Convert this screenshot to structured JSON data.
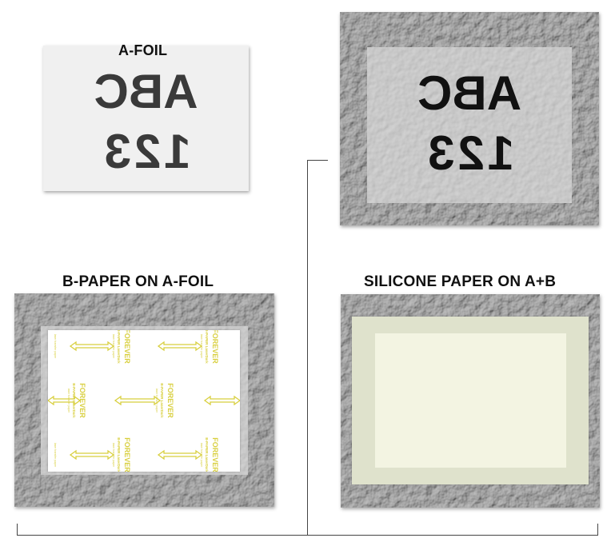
{
  "labels": {
    "a_foil": "A-FOIL",
    "b_paper": "B-PAPER ON A-FOIL",
    "silicone": "SILICONE PAPER ON A+B"
  },
  "mirror_text": {
    "line1": "ABC",
    "line2": "123"
  },
  "b_paper": {
    "brand": "FOREVER",
    "sub": "B-PAPER LaserDark",
    "fine": "laser transfer paper"
  },
  "colors": {
    "texture_gray": "#8a8a8a",
    "a_foil_bg": "#f0f0f0",
    "mirror_text_dark": "#3a3a3a",
    "mirror_text_black": "#111111",
    "b_paper_accent": "#d8cf3e",
    "silicone_outer": "#dfe2cc",
    "silicone_inner": "#f3f4e2",
    "connector_line": "#444444"
  }
}
